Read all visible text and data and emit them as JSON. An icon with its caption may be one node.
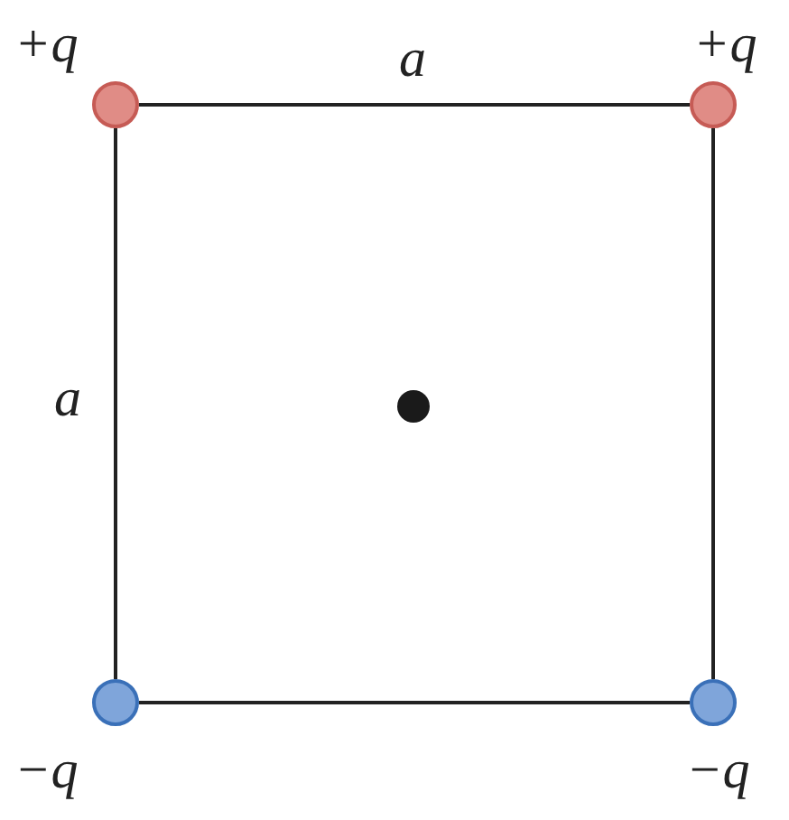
{
  "diagram": {
    "nodes": [
      {
        "text": [],
        "shape": "circle",
        "beside": [
          "+q"
        ]
      },
      {
        "text": [],
        "shape": "circle",
        "beside": [
          "+q"
        ]
      },
      {
        "text": [],
        "shape": "circle",
        "beside": [
          "−q"
        ]
      },
      {
        "text": [],
        "shape": "circle",
        "beside": [
          "−q"
        ]
      }
    ],
    "edges": [
      {
        "from": 0,
        "to": 1,
        "arrow": "none",
        "label": "a"
      },
      {
        "from": 1,
        "to": 3,
        "arrow": "none"
      },
      {
        "from": 3,
        "to": 2,
        "arrow": "none"
      },
      {
        "from": 2,
        "to": 0,
        "arrow": "none",
        "label": "a"
      }
    ]
  }
}
